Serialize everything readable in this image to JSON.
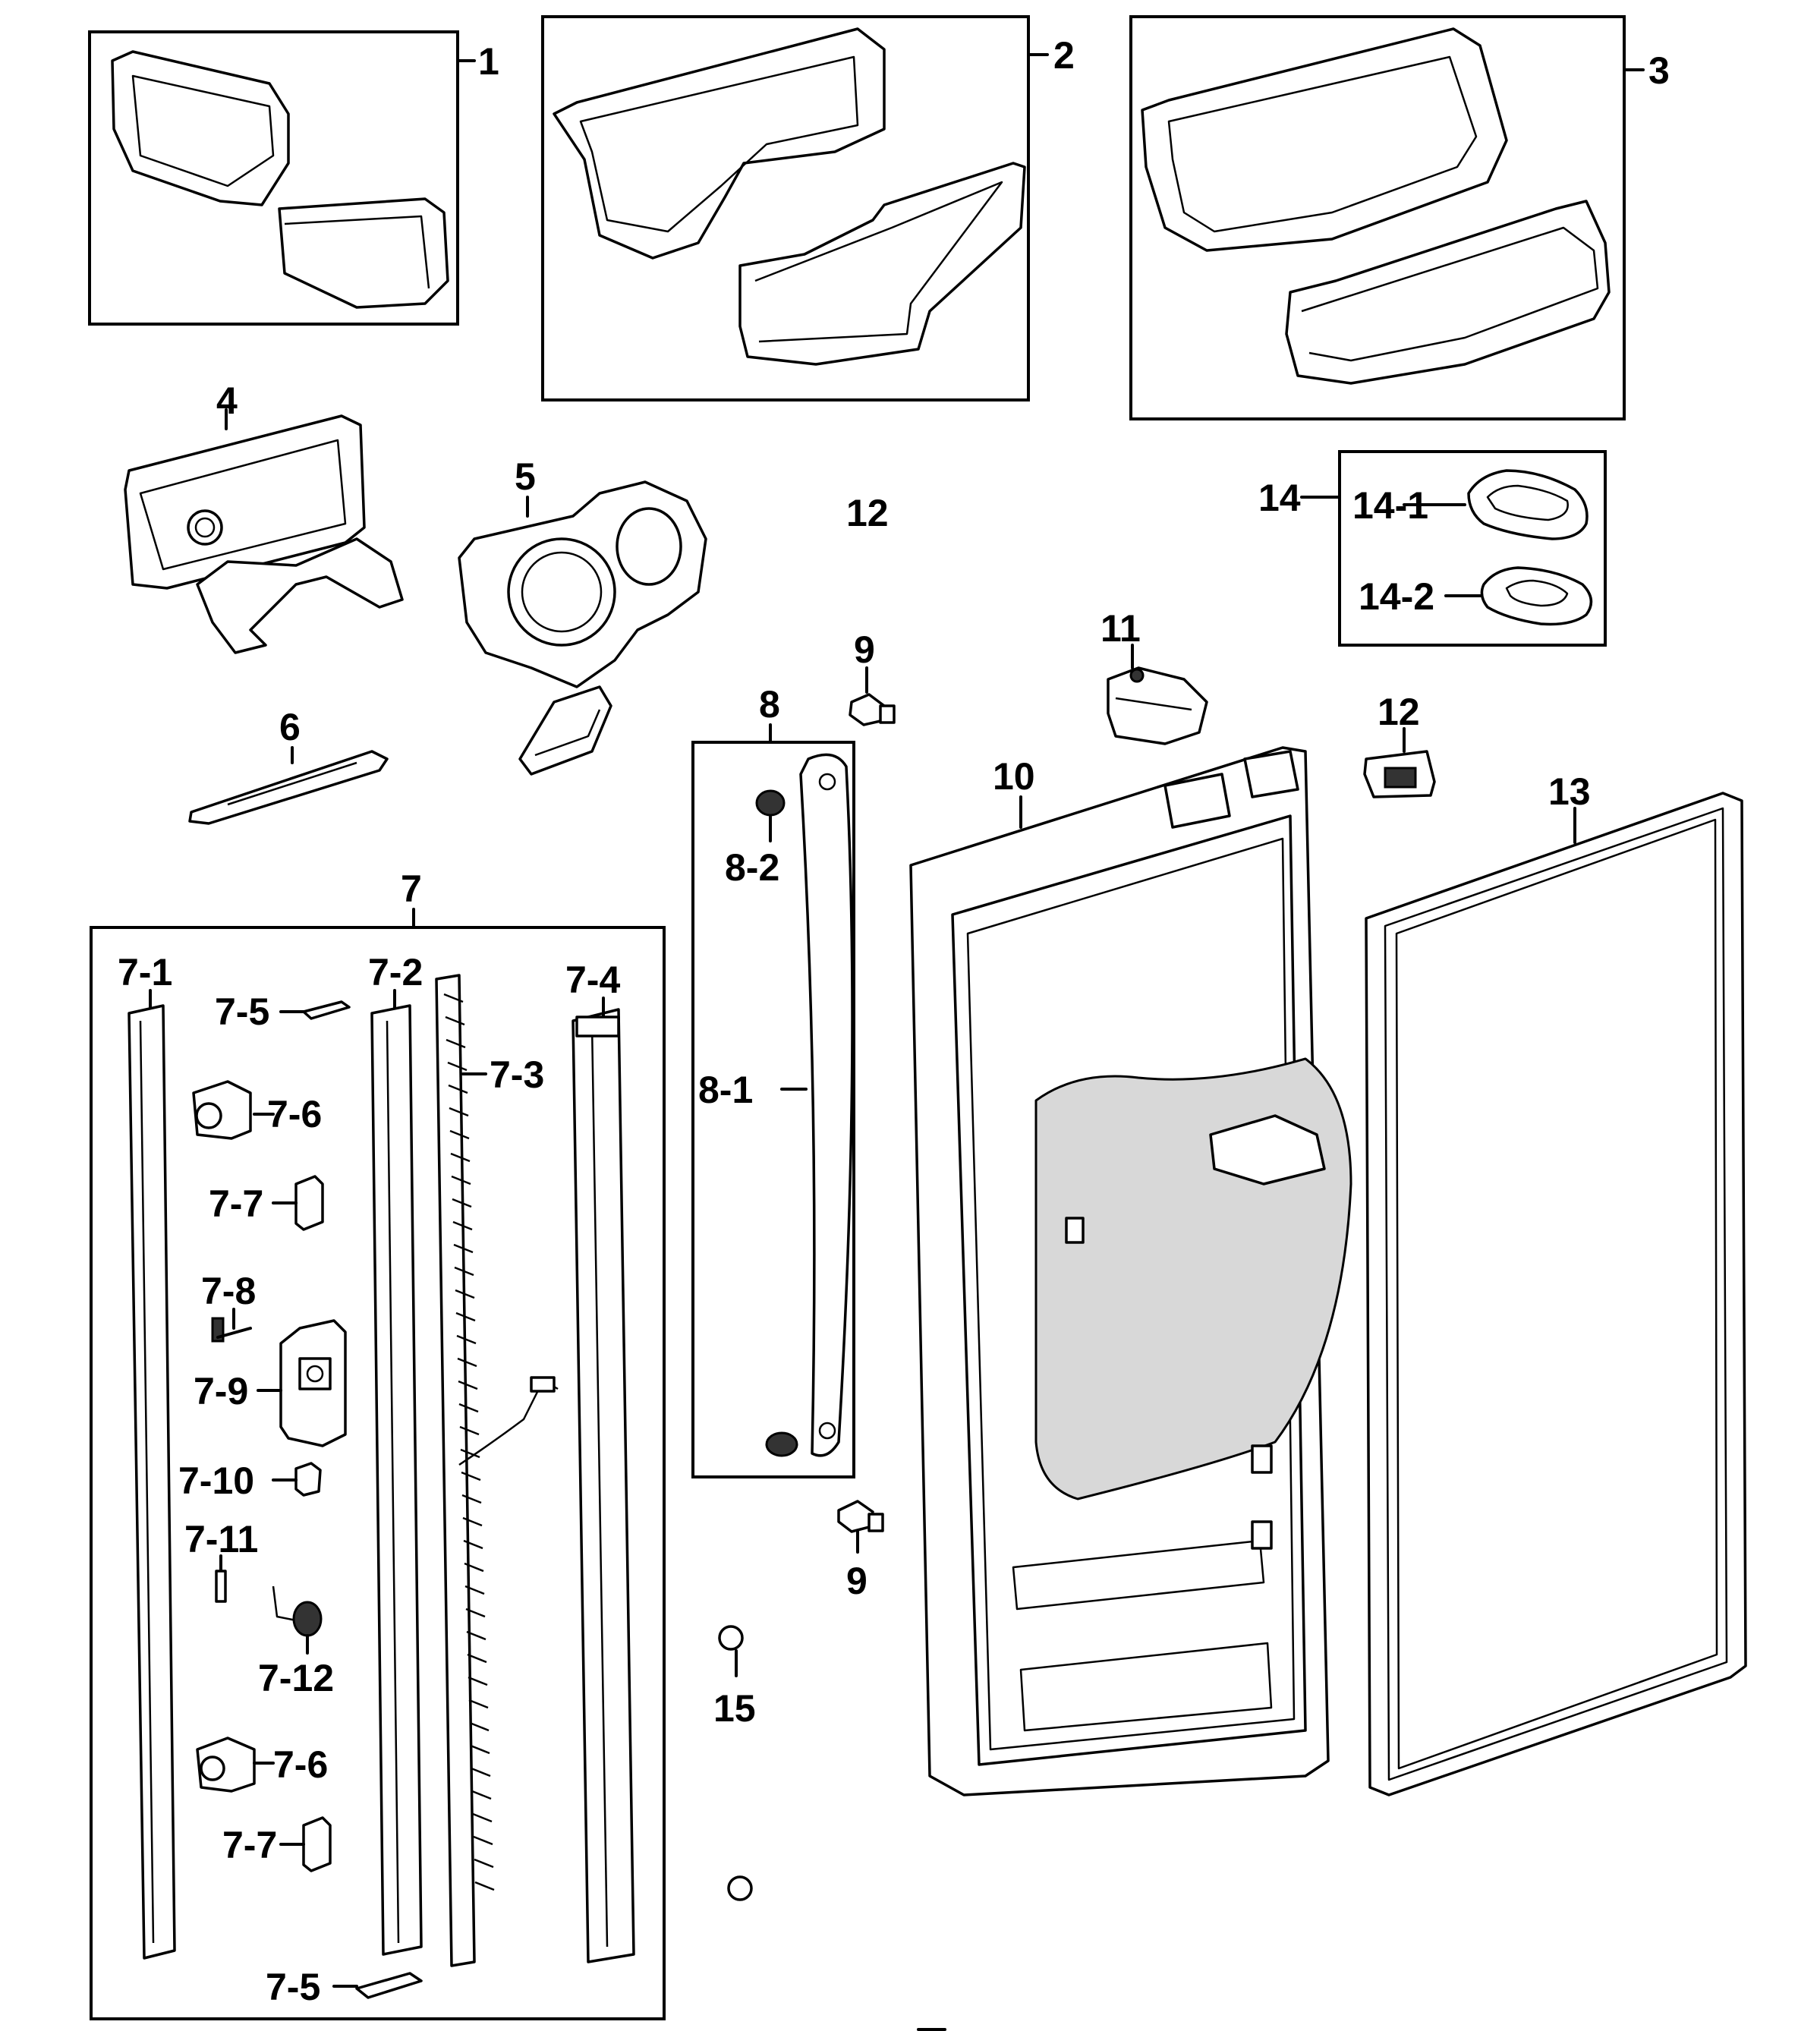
{
  "labels": {
    "p1": "1",
    "p2": "2",
    "p3": "3",
    "p4": "4",
    "p5": "5",
    "p12_top": "12",
    "p14": "14",
    "p14_1": "14-1",
    "p14_2": "14-2",
    "p6": "6",
    "p7": "7",
    "p8": "8",
    "p8_2": "8-2",
    "p8_1": "8-1",
    "p9_top": "9",
    "p9_bottom": "9",
    "p10": "10",
    "p11": "11",
    "p12": "12",
    "p13": "13",
    "p15": "15",
    "p7_1": "7-1",
    "p7_2": "7-2",
    "p7_3": "7-3",
    "p7_4": "7-4",
    "p7_5_top": "7-5",
    "p7_5_bottom": "7-5",
    "p7_6_top": "7-6",
    "p7_6_bottom": "7-6",
    "p7_7_top": "7-7",
    "p7_7_bottom": "7-7",
    "p7_8": "7-8",
    "p7_9": "7-9",
    "p7_10": "7-10",
    "p7_11": "7-11",
    "p7_12": "7-12"
  }
}
